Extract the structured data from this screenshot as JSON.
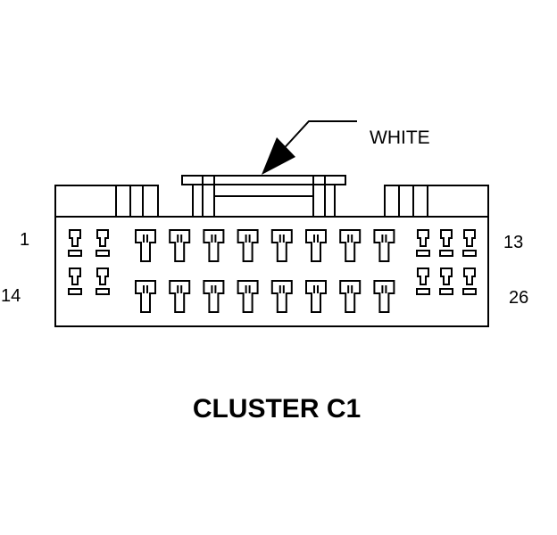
{
  "connector": {
    "title": "CLUSTER C1",
    "color_label": "WHITE",
    "pin_labels": {
      "top_left": "1",
      "top_right": "13",
      "bottom_left": "14",
      "bottom_right": "26"
    },
    "rows": [
      {
        "row": "top",
        "small_terminals_left": 2,
        "large_terminals": 8,
        "small_terminals_right": 3
      },
      {
        "row": "bottom",
        "small_terminals_left": 2,
        "large_terminals": 8,
        "small_terminals_right": 3
      }
    ]
  }
}
